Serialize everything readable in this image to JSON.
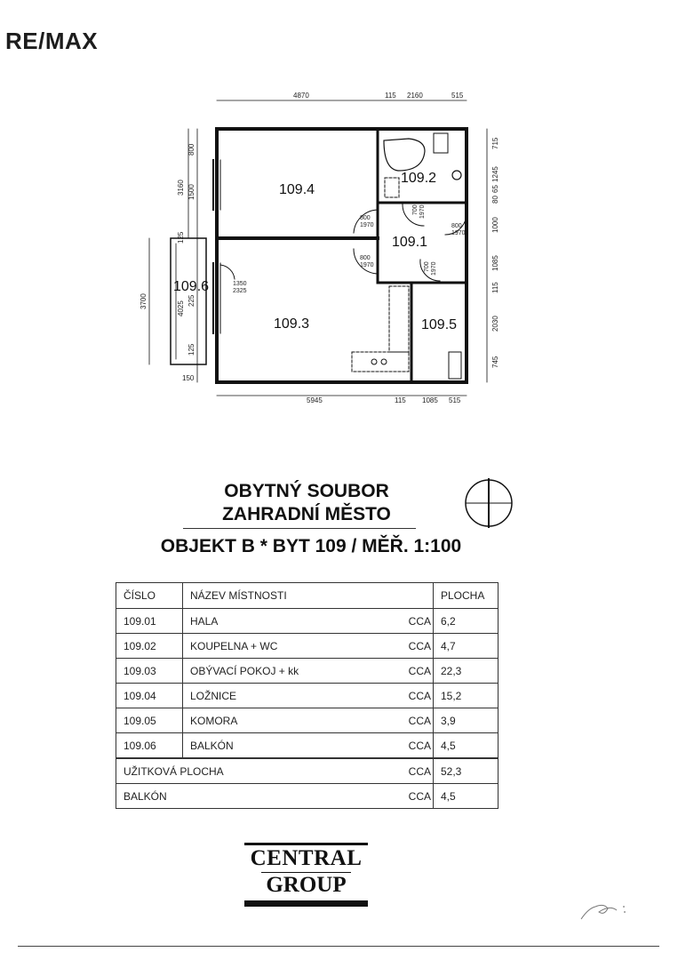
{
  "logo": {
    "text": "RE/MAX"
  },
  "plan": {
    "rooms": [
      "109.4",
      "109.2",
      "109.1",
      "109.6",
      "109.3",
      "109.5"
    ],
    "dims_top": [
      "4870",
      "115",
      "2160",
      "515"
    ],
    "dims_bottom": [
      "5945",
      "115",
      "1085",
      "515"
    ],
    "dims_left": [
      "800",
      "1500",
      "3160",
      "125",
      "3700",
      "4025",
      "225",
      "125",
      "150"
    ],
    "dims_right": [
      "715",
      "1245",
      "65",
      "80",
      "1000",
      "1085",
      "115",
      "2030",
      "745"
    ],
    "doors": [
      "800",
      "1970",
      "700",
      "1970",
      "800",
      "1970",
      "800",
      "1970",
      "700",
      "1970",
      "1350",
      "2325"
    ]
  },
  "title": {
    "line1": "OBYTNÝ SOUBOR",
    "line2": "ZAHRADNÍ MĚSTO",
    "line3": "OBJEKT B * BYT 109 / MĚŘ. 1:100"
  },
  "table": {
    "headers": {
      "number": "ČÍSLO",
      "name": "NÁZEV MÍSTNOSTI",
      "area": "PLOCHA"
    },
    "rows": [
      {
        "number": "109.01",
        "name": "HALA",
        "cca": "CCA",
        "area": "6,2"
      },
      {
        "number": "109.02",
        "name": "KOUPELNA + WC",
        "cca": "CCA",
        "area": "4,7"
      },
      {
        "number": "109.03",
        "name": "OBÝVACÍ POKOJ + kk",
        "cca": "CCA",
        "area": "22,3"
      },
      {
        "number": "109.04",
        "name": "LOŽNICE",
        "cca": "CCA",
        "area": "15,2"
      },
      {
        "number": "109.05",
        "name": "KOMORA",
        "cca": "CCA",
        "area": "3,9"
      },
      {
        "number": "109.06",
        "name": "BALKÓN",
        "cca": "CCA",
        "area": "4,5"
      }
    ],
    "totals": [
      {
        "name": "UŽITKOVÁ PLOCHA",
        "cca": "CCA",
        "area": "52,3"
      },
      {
        "name": "BALKÓN",
        "cca": "CCA",
        "area": "4,5"
      }
    ]
  },
  "brand": {
    "line1": "CENTRAL",
    "line2": "GROUP"
  }
}
